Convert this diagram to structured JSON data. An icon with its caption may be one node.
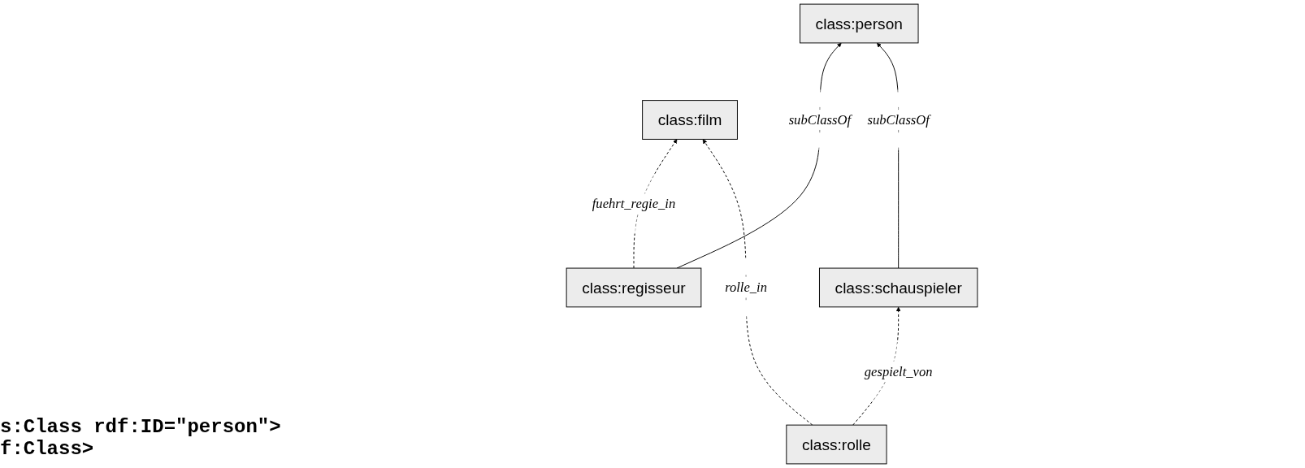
{
  "diagram": {
    "nodes": [
      {
        "text": [
          "class:film"
        ]
      },
      {
        "text": [
          "class:person"
        ]
      },
      {
        "text": [
          "class:regisseur"
        ]
      },
      {
        "text": [
          "class:schauspieler"
        ]
      },
      {
        "text": [
          "class:rolle"
        ]
      }
    ],
    "edges": [
      {
        "from": 2,
        "to": 0,
        "arrow": "to",
        "label": "fuehrt_regie_in",
        "style": "dashed"
      },
      {
        "from": 2,
        "to": 1,
        "arrow": "to",
        "label": "subClassOf"
      },
      {
        "from": 3,
        "to": 1,
        "arrow": "to",
        "label": "subClassOf"
      },
      {
        "from": 4,
        "to": 0,
        "arrow": "to",
        "label": "rolle_in",
        "style": "dashed"
      },
      {
        "from": 4,
        "to": 3,
        "arrow": "to",
        "label": "gespielt_von",
        "style": "dashed"
      }
    ],
    "labels": [
      "s:Class rdf:ID=\"person\">",
      "f:Class>"
    ]
  }
}
